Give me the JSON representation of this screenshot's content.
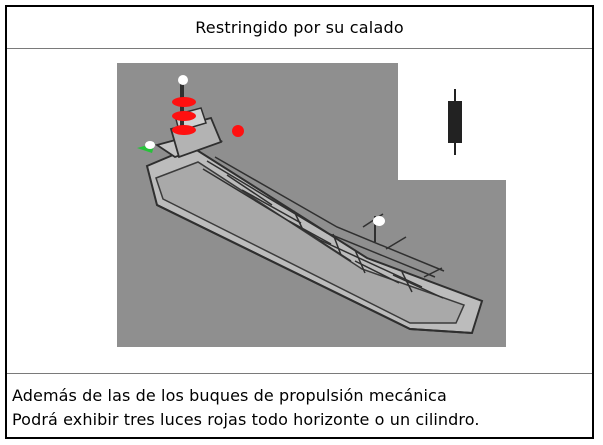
{
  "card": {
    "title": "Restringido por su calado",
    "description": [
      "Además de las de los buques de propulsión mecánica",
      "Podrá exhibir tres luces rojas todo horizonte o un cilindro."
    ]
  },
  "illustration": {
    "subject": "tanker vessel restricted by draft",
    "lights": [
      "white-masthead",
      "red",
      "red",
      "red",
      "green",
      "white"
    ],
    "day_shape": "cylinder",
    "colors": {
      "background": "#8f8f8f",
      "hull_outline": "#2f2f2f",
      "deck": "#b7b7b7",
      "red_light": "#ff1010",
      "green_light": "#27c23a",
      "white_light": "#ffffff",
      "shape": "#222222"
    }
  }
}
